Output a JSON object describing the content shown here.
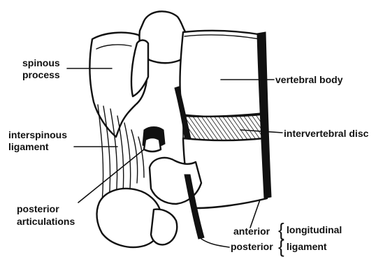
{
  "labels": {
    "spinous_process_1": "spinous",
    "spinous_process_2": "process",
    "interspinous_ligament_1": "interspinous",
    "interspinous_ligament_2": "ligament",
    "posterior_articulations_1": "posterior",
    "posterior_articulations_2": "articulations",
    "vertebral_body": "vertebral body",
    "intervertebral_disc": "intervertebral disc",
    "anterior": "anterior",
    "posterior": "posterior",
    "longitudinal": "longitudinal",
    "ligament": "ligament"
  },
  "colors": {
    "ink": "#111111",
    "paper": "#ffffff"
  }
}
